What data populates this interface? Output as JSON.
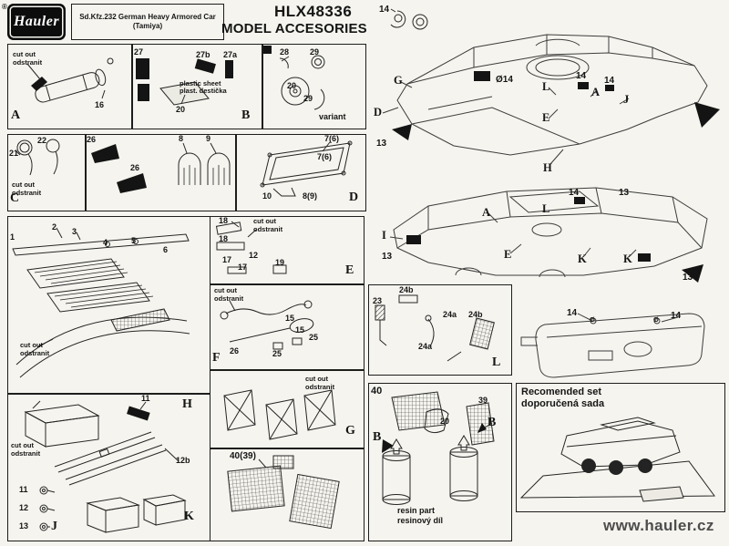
{
  "header": {
    "registered": "®",
    "logo": "Hauler",
    "title_line1": "Sd.Kfz.232 German Heavy Armored Car",
    "title_line2": "(Tamiya)",
    "code": "HLX48336",
    "subtitle": "MODEL ACCESORIES"
  },
  "phrases": {
    "cut_out": "cut out",
    "odstranit": "odstranit"
  },
  "footer": {
    "website": "www.hauler.cz"
  },
  "parts_top": {
    "n14": "14"
  },
  "panel_a": {
    "letter": "A",
    "n16": "16"
  },
  "panel_b": {
    "letter": "B",
    "n27": "27",
    "n27b": "27b",
    "n27a": "27a",
    "n20": "20",
    "plastic_sheet": "plastic sheet",
    "plast_desticka": "plast. destička"
  },
  "panel_variant": {
    "n28": "28",
    "n29a": "29",
    "n20": "20",
    "n29b": "29",
    "variant": "variant"
  },
  "panel_c": {
    "letter": "C",
    "n21": "21",
    "n22": "22"
  },
  "panel_chocks": {
    "n26a": "26",
    "n26b": "26",
    "n8": "8",
    "n9": "9"
  },
  "panel_d": {
    "letter": "D",
    "n7a": "7(6)",
    "n7b": "7(6)",
    "n10": "10",
    "n8": "8(9)"
  },
  "panel_louvres": {
    "n1": "1",
    "n2": "2",
    "n3": "3",
    "n4": "4",
    "n5": "5",
    "n6": "6"
  },
  "panel_e": {
    "letter": "E",
    "n18a": "18",
    "n18b": "18",
    "n17a": "17",
    "n12": "12",
    "n17b": "17",
    "n19": "19"
  },
  "panel_f": {
    "letter": "F",
    "n15a": "15",
    "n15b": "15",
    "n25a": "25",
    "n26": "26",
    "n25b": "25"
  },
  "panel_g": {
    "letter": "G"
  },
  "panel_h": {
    "letter_h": "H",
    "letter_j": "J",
    "letter_k": "K",
    "n11a": "11",
    "n12b": "12b",
    "n11b": "11",
    "n12": "12",
    "n13": "13"
  },
  "panel_mesh": {
    "n40": "40(39)"
  },
  "panel_l": {
    "letter": "L",
    "n23": "23",
    "n24b1": "24b",
    "n24a1": "24a",
    "n24b2": "24b",
    "n24a2": "24a"
  },
  "panel_resin": {
    "n40": "40",
    "n39": "39",
    "n20": "20",
    "b1": "B",
    "b2": "B",
    "resin_part": "resin part",
    "resinovy_dil": "resinový díl"
  },
  "recommended": {
    "line_en": "Recomended set",
    "line_cz": "doporučená sada"
  },
  "car_top": {
    "g": "G",
    "d14": "Ø14",
    "l": "L",
    "n14a": "14",
    "n14b": "14",
    "a": "A",
    "j": "J",
    "d": "D",
    "e": "E",
    "n13": "13",
    "h": "H"
  },
  "car_mid": {
    "a": "A",
    "l": "L",
    "n14": "14",
    "n13a": "13",
    "i": "I",
    "n13b": "13",
    "e": "E",
    "k1": "K",
    "k2": "K",
    "n13c": "13"
  },
  "turret": {
    "n14a": "14",
    "o1": "Ø",
    "o2": "Ø",
    "n14b": "14"
  }
}
